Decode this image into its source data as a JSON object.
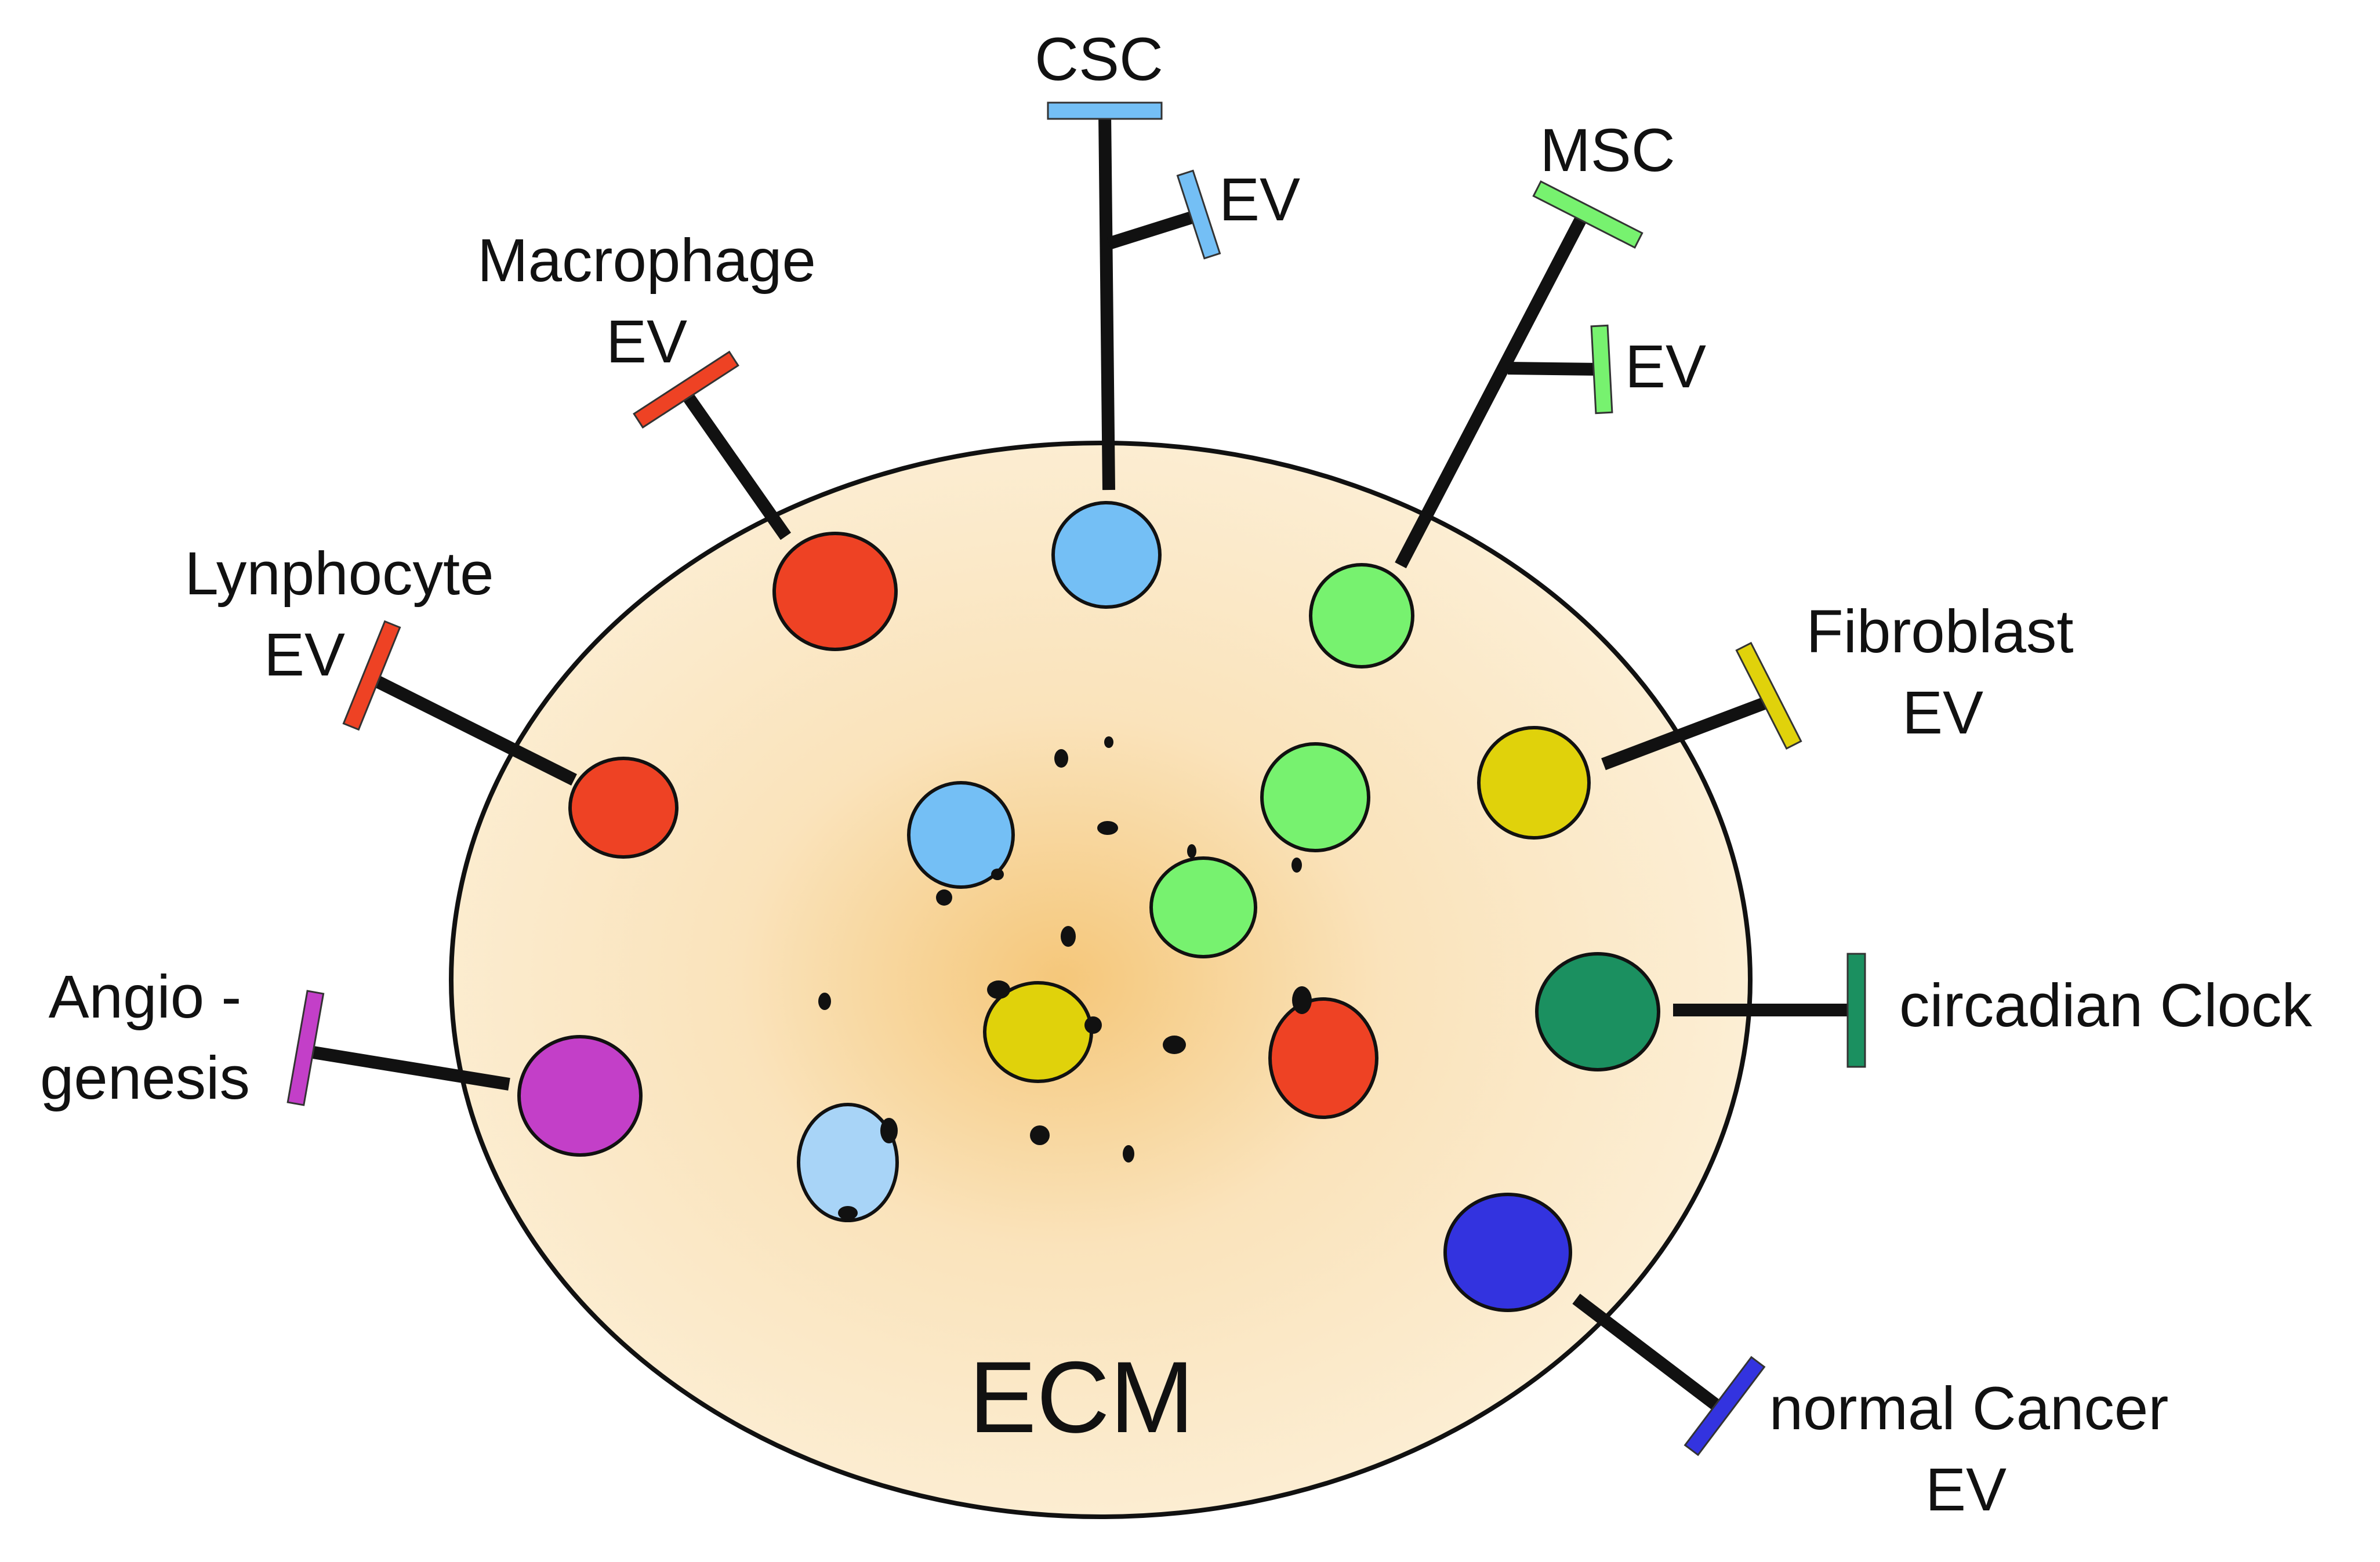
{
  "title": "",
  "ecm_label": "ECM",
  "labels": {
    "csc": "CSC",
    "csc_ev": "EV",
    "msc": "MSC",
    "msc_ev": "EV",
    "macrophage": "Macrophage",
    "macrophage_ev": "EV",
    "lymphocyte": "Lynphocyte",
    "lymphocyte_ev": "EV",
    "angio_1": "Angio -",
    "angio_2": "genesis",
    "fibroblast": "Fibroblast",
    "fibroblast_ev": "EV",
    "circadian": "circadian Clock",
    "normal_cancer": "normal Cancer",
    "normal_cancer_ev": "EV"
  },
  "colors": {
    "ecm_fill": "#fcefd6",
    "ecm_center": "#f5c77a",
    "csc_blue": "#74bff5",
    "light_blue": "#a8d4f7",
    "msc_green": "#77f26f",
    "macrophage_red": "#ee4224",
    "fibroblast_yellow": "#e0d20b",
    "circadian_green": "#1b9060",
    "normal_cancer_blue": "#3333df",
    "angiogenesis_magenta": "#c33fc8"
  }
}
